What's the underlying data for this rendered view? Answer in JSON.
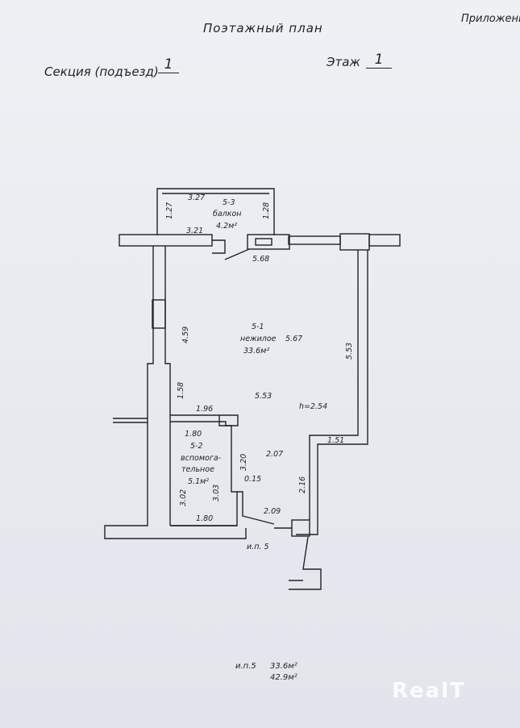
{
  "header": {
    "title": "Поэтажный план",
    "appendix": "Приложени",
    "section_label": "Секция (подъезд)",
    "section_value": "1",
    "floor_label": "Этаж",
    "floor_value": "1"
  },
  "rooms": {
    "balcony": {
      "id": "5-3",
      "name": "балкон",
      "area": "4.2м²",
      "dim_top": "3.27",
      "dim_bottom": "3.21",
      "dim_left": "1.27",
      "dim_right": "1.28"
    },
    "main": {
      "id": "5-1",
      "name": "нежилое",
      "area": "33.6м²",
      "width": "5.67",
      "width2": "5.53",
      "height": "h=2.54",
      "dim_left_upper": "4.59",
      "dim_left_lower": "1.58",
      "dim_right": "5.53",
      "dim_top_door": "5.68"
    },
    "aux": {
      "id": "5-2",
      "name_line1": "вспомога-",
      "name_line2": "тельное",
      "area": "5.1м²",
      "dim_top": "1.96",
      "dim_inner_top": "1.80",
      "dim_bottom": "1.80",
      "dim_left": "3.02",
      "dim_right": "3.03",
      "dim_right_outer": "3.20",
      "dim_small": "0.15"
    },
    "misc": {
      "d_207": "2.07",
      "d_209": "2.09",
      "d_216": "2.16",
      "d_151": "1.51"
    }
  },
  "entrance_label": "и.п. 5",
  "totals": {
    "label": "и.п.5",
    "area1": "33.6м²",
    "area2": "42.9м²"
  },
  "watermark": "RealT"
}
